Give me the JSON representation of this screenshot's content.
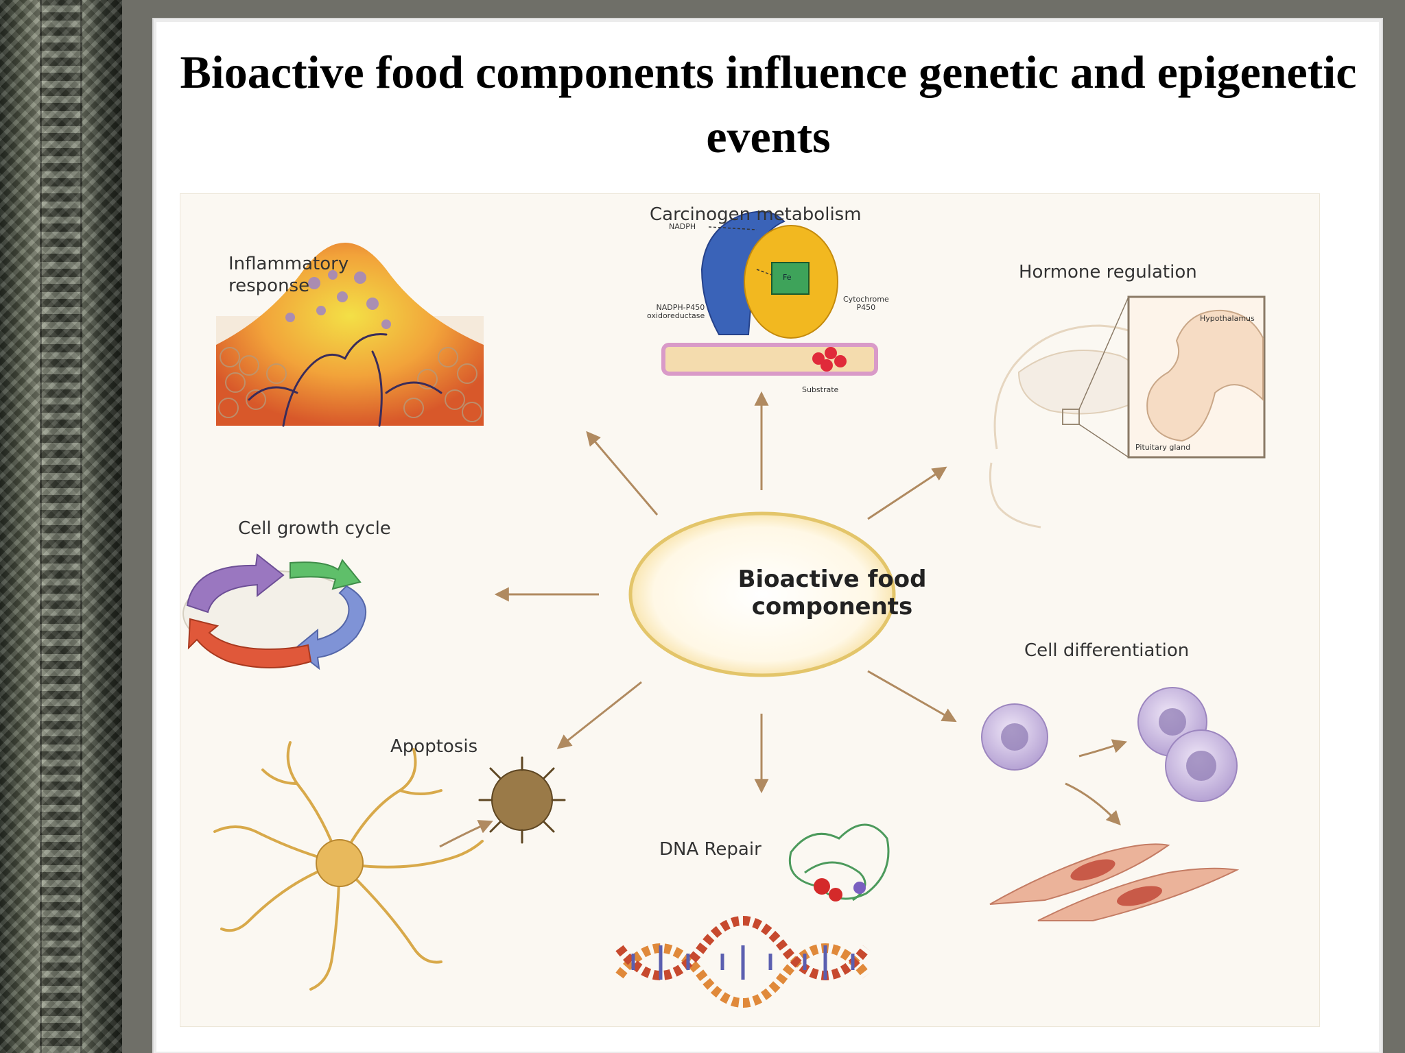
{
  "title": "Bioactive food components influence genetic and epigenetic events",
  "center": {
    "label": "Bioactive food\ncomponents"
  },
  "nodes": {
    "carcinogen": "Carcinogen metabolism",
    "inflammatory": "Inflammatory\nresponse",
    "hormone": "Hormone regulation",
    "cell_growth": "Cell  growth cycle",
    "cell_diff": "Cell differentiation",
    "apoptosis": "Apoptosis",
    "dna_repair": "DNA Repair"
  },
  "small_labels": {
    "nadph": "NADPH",
    "reductase": "NADPH-P450\noxidoreductase",
    "cytochrome": "Cytochrome\nP450",
    "substrate": "Substrate",
    "hypothalamus": "Hypothalamus",
    "pituitary": "Pituitary gland",
    "fe": "Fe"
  },
  "colors": {
    "arrow": "#b08a60",
    "ellipse_border": "#e3c56a",
    "blue_protein": "#3a63b8",
    "yellow_protein": "#f2b820",
    "cycle_purple": "#9a77c0",
    "cycle_green": "#5fbf6a",
    "cycle_blue": "#7f93d6",
    "cycle_red": "#e0583a"
  }
}
